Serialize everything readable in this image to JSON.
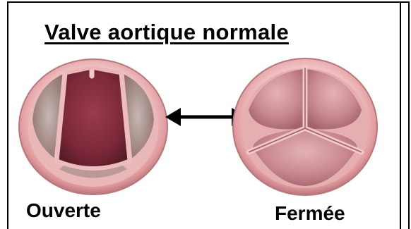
{
  "diagram": {
    "title": "Valve aortique normale",
    "left_label": "Ouverte",
    "right_label": "Fermée",
    "colors": {
      "ring": "#e4a6a8",
      "ring_shadow": "#b7777c",
      "open_interior": "#7d2e3c",
      "closed_leaflet": "#c98b93",
      "arrow": "#000000"
    },
    "icons": {
      "left_image": "open-aortic-valve",
      "right_image": "closed-aortic-valve",
      "connector": "double-headed-arrow"
    }
  }
}
